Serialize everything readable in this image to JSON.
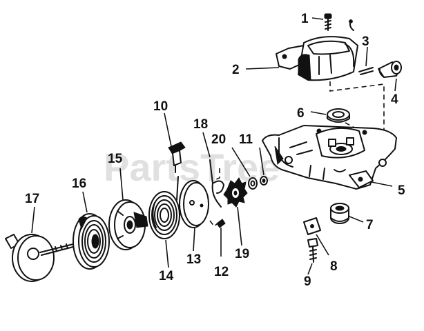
{
  "watermark": {
    "text": "PartsTree",
    "tm": "TM"
  },
  "labels": {
    "p1": "1",
    "p2": "2",
    "p3": "3",
    "p4": "4",
    "p5": "5",
    "p6": "6",
    "p7": "7",
    "p8": "8",
    "p9": "9",
    "p10": "10",
    "p11": "11",
    "p12": "12",
    "p13": "13",
    "p14": "14",
    "p15": "15",
    "p16": "16",
    "p17": "17",
    "p18": "18",
    "p19": "19",
    "p20": "20"
  },
  "colors": {
    "ink": "#111111",
    "watermark": "#c8c8c8",
    "background": "#ffffff"
  }
}
